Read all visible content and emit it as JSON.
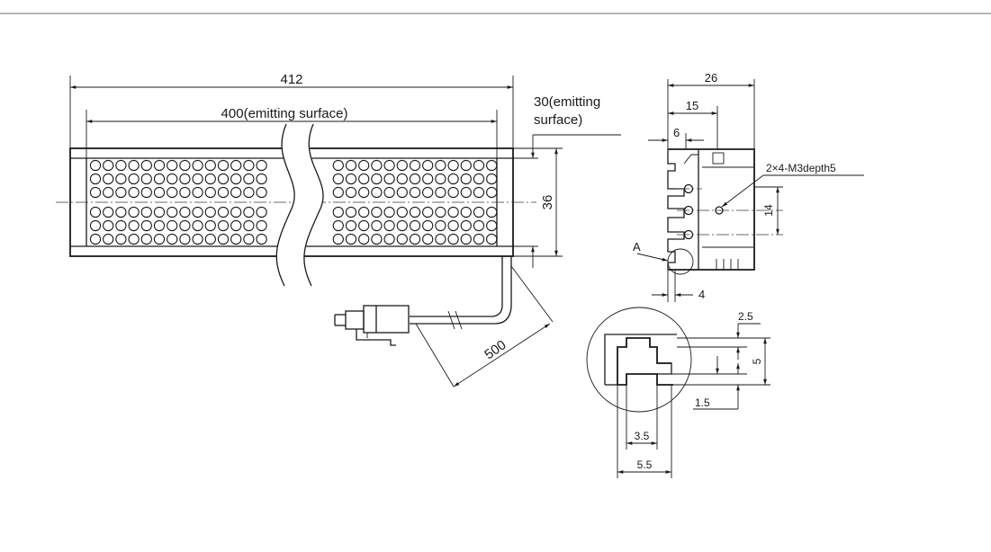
{
  "dimensions": {
    "overall_length": "412",
    "emitting_length": "400(emitting surface)",
    "emitting_width_line1": "30(emitting",
    "emitting_width_line2": "surface)",
    "height": "36",
    "cable_length": "500",
    "side_width": "26",
    "side_15": "15",
    "side_6": "6",
    "hole_pitch": "14",
    "side_4": "4",
    "thread_note": "2×4-M3depth5",
    "detail_label": "A",
    "detail_2_5": "2.5",
    "detail_5": "5",
    "detail_1_5": "1.5",
    "detail_3_5": "3.5",
    "detail_5_5": "5.5"
  },
  "colors": {
    "line": "#1a1a1a",
    "background": "#ffffff",
    "top_rule": "#b5b5b5"
  }
}
